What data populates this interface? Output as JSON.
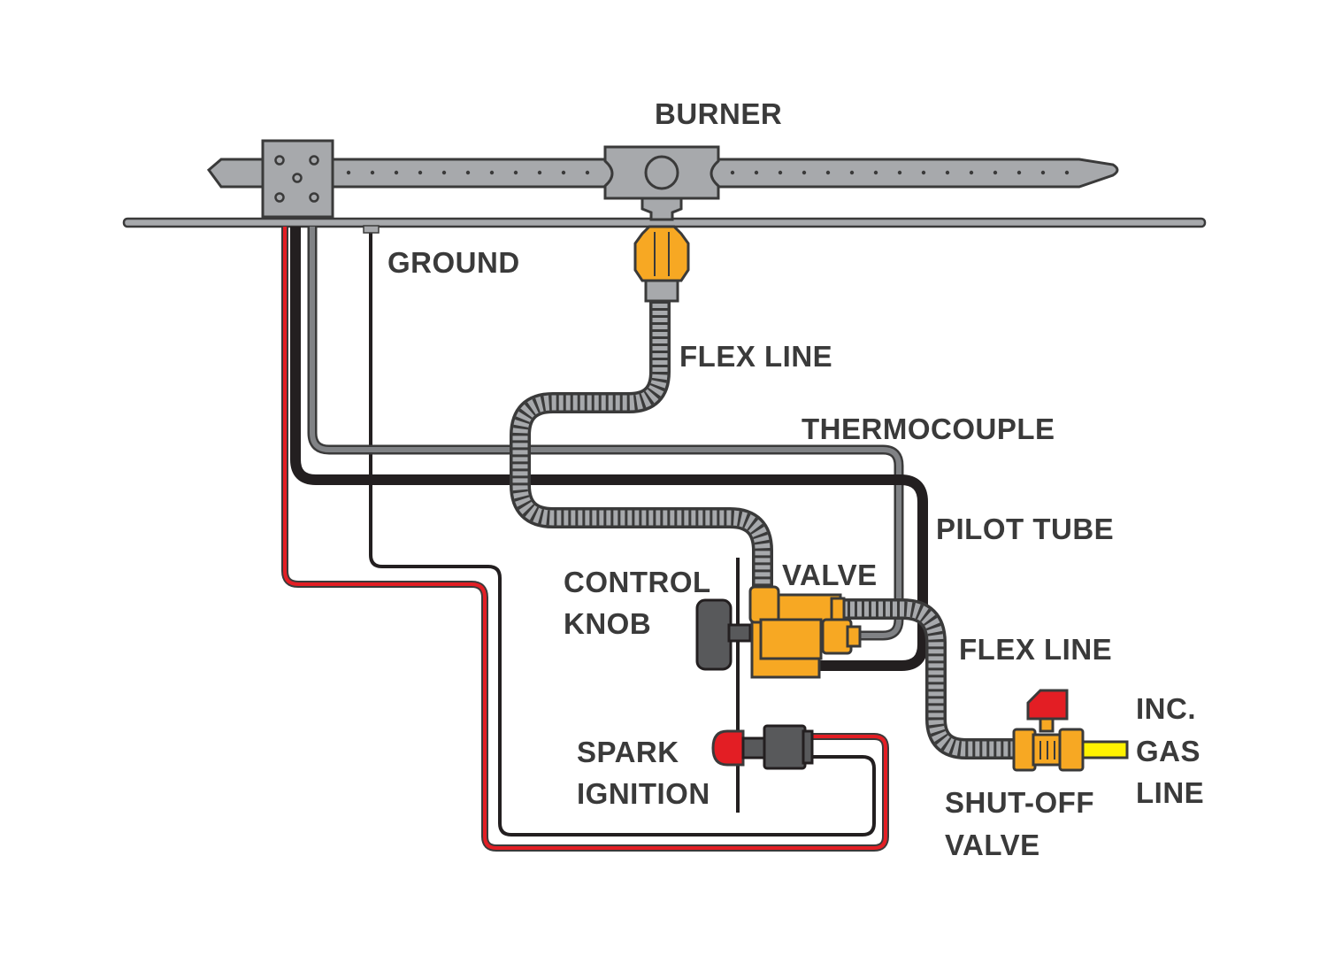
{
  "labels": {
    "burner": "BURNER",
    "ground": "GROUND",
    "flex_line_top": "FLEX LINE",
    "thermocouple": "THERMOCOUPLE",
    "pilot_tube": "PILOT TUBE",
    "valve": "VALVE",
    "control_knob_line1": "CONTROL",
    "control_knob_line2": "KNOB",
    "flex_line_bottom": "FLEX LINE",
    "spark_line1": "SPARK",
    "spark_line2": "IGNITION",
    "shutoff_line1": "SHUT-OFF",
    "shutoff_line2": "VALVE",
    "gas_line1": "INC.",
    "gas_line2": "GAS",
    "gas_line3": "LINE"
  },
  "colors": {
    "burner_gray": "#a7a9ac",
    "outline": "#3a3a3a",
    "wire_red": "#e31e24",
    "wire_black": "#231f20",
    "thermocouple_gray": "#808285",
    "brass_orange": "#f7a823",
    "gas_yellow": "#fff200",
    "text": "#3a3a3a"
  }
}
